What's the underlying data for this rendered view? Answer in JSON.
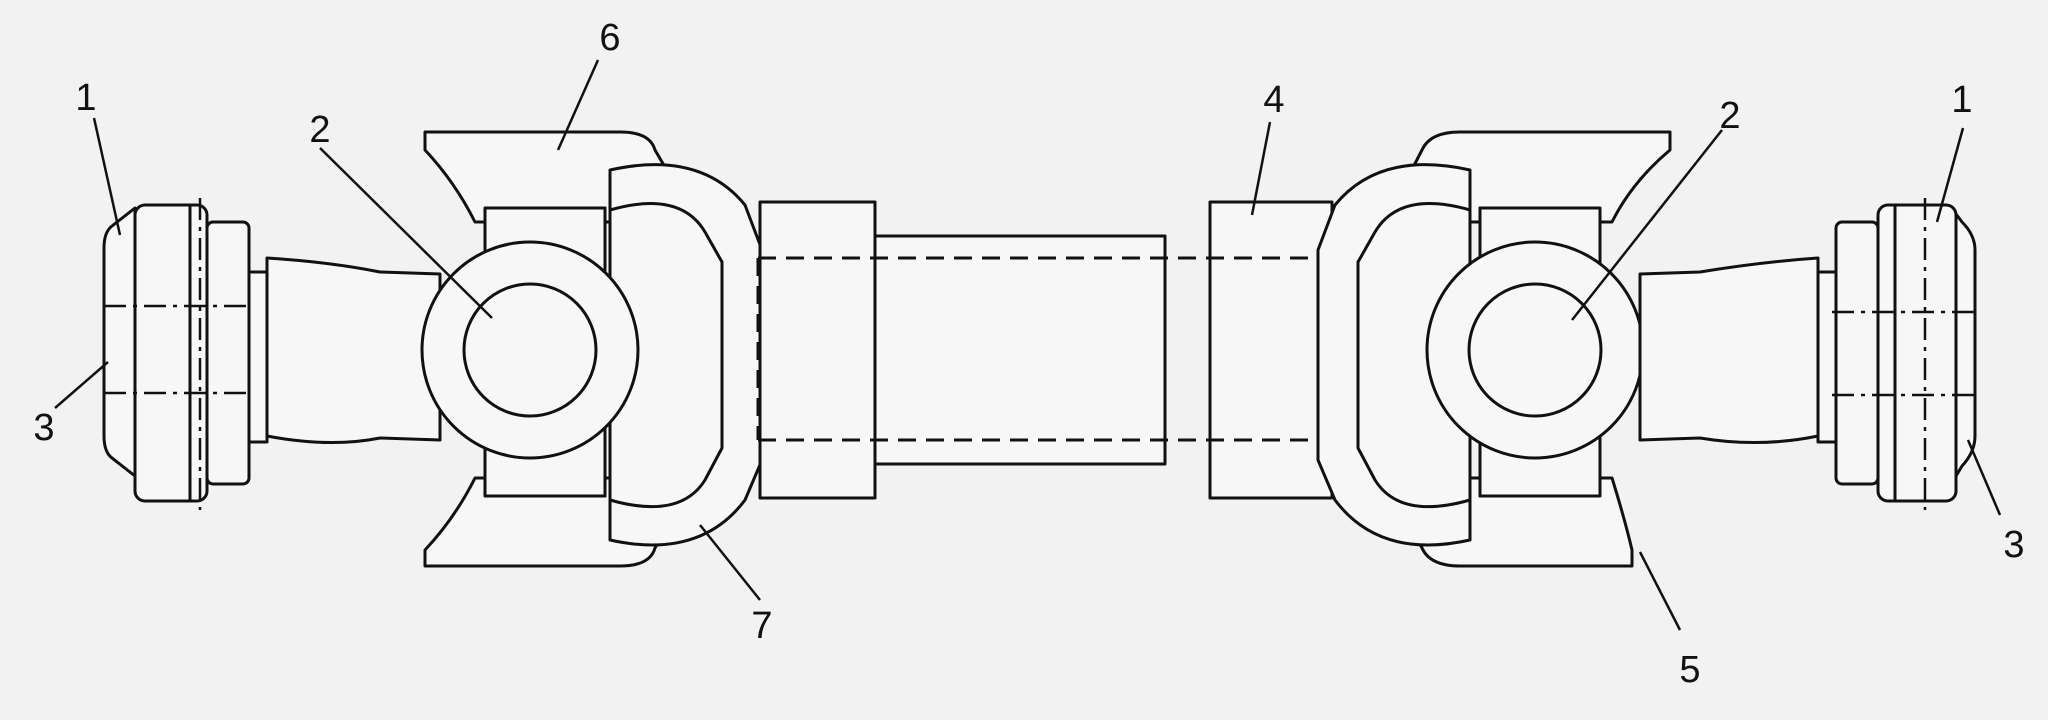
{
  "labels": {
    "flange_left": "1",
    "flange_right": "1",
    "cross_left": "2",
    "cross_right": "2",
    "bolt_left": "3",
    "bolt_right": "3",
    "shaft_tube": "4",
    "yoke_right": "5",
    "yoke_left": "6",
    "yoke_bottom_left": "7"
  }
}
